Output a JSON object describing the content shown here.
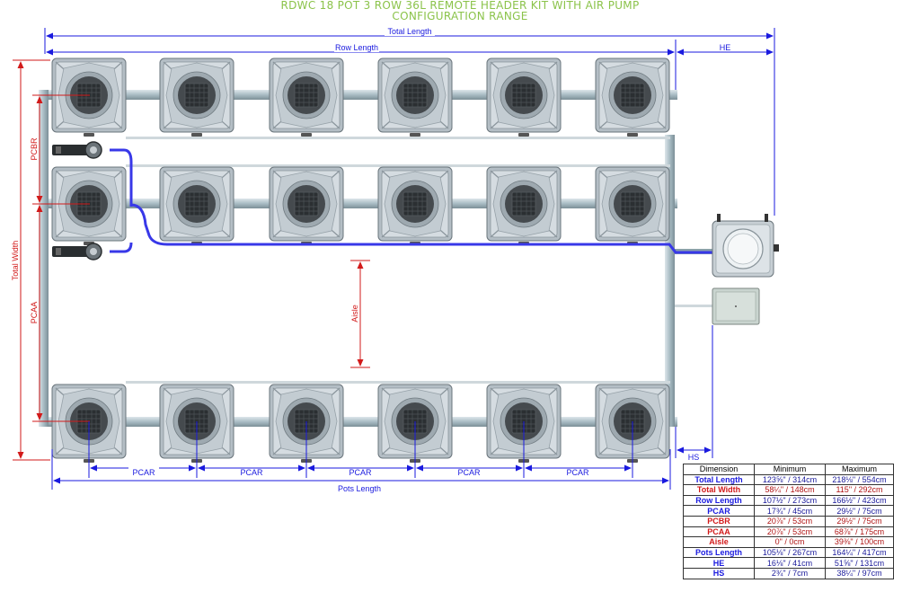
{
  "title": {
    "line1": "RDWC 18 POT 3 ROW 36L REMOTE HEADER KIT WITH AIR PUMP",
    "line2": "CONFIGURATION RANGE",
    "color": "#8bc34a"
  },
  "labels": {
    "total_length": "Total Length",
    "row_length": "Row Length",
    "he": "HE",
    "hs": "HS",
    "total_width": "Total Width",
    "pcbr": "PCBR",
    "pcaa": "PCAA",
    "aisle": "Aisle",
    "pcar": "PCAR",
    "pots_length": "Pots Length"
  },
  "colors": {
    "dim_blue": "#1a1adf",
    "dim_red": "#d21a1a",
    "pipe": "#a8bcc4",
    "air_line": "#3838e8",
    "pot_body": "#c2cbd1",
    "pot_lid": "#3f4448"
  },
  "table": {
    "headers": [
      "Dimension",
      "Minimum",
      "Maximum"
    ],
    "rows": [
      {
        "name": "Total Length",
        "min": "123⅝\" / 314cm",
        "max": "218⅛\" / 554cm",
        "color": "blue"
      },
      {
        "name": "Total Width",
        "min": "58¼\" / 148cm",
        "max": "115\" / 292cm",
        "color": "red"
      },
      {
        "name": "Row Length",
        "min": "107½\" / 273cm",
        "max": "166½\" / 423cm",
        "color": "blue"
      },
      {
        "name": "PCAR",
        "min": "17¾\" / 45cm",
        "max": "29½\" / 75cm",
        "color": "blue"
      },
      {
        "name": "PCBR",
        "min": "20⅞\" / 53cm",
        "max": "29½\" / 75cm",
        "color": "red"
      },
      {
        "name": "PCAA",
        "min": "20⅞\" / 53cm",
        "max": "68⅞\" / 175cm",
        "color": "red"
      },
      {
        "name": "Aisle",
        "min": "0\" / 0cm",
        "max": "39⅜\" / 100cm",
        "color": "red"
      },
      {
        "name": "Pots Length",
        "min": "105⅛\" / 267cm",
        "max": "164¼\" / 417cm",
        "color": "blue"
      },
      {
        "name": "HE",
        "min": "16⅛\" / 41cm",
        "max": "51⅝\" / 131cm",
        "color": "blue"
      },
      {
        "name": "HS",
        "min": "2¾\" / 7cm",
        "max": "38¼\" / 97cm",
        "color": "blue"
      }
    ]
  }
}
